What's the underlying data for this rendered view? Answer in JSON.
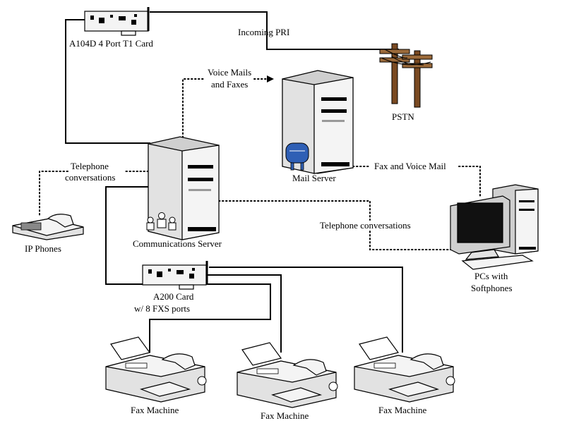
{
  "labels": {
    "t1_card": "A104D 4 Port T1 Card",
    "incoming_pri": "Incoming PRI",
    "pstn": "PSTN",
    "voice_mails_1": "Voice Mails",
    "voice_mails_2": "and Faxes",
    "mail_server": "Mail Server",
    "fax_voice_mail": "Fax and Voice Mail",
    "tel_conv_1": "Telephone",
    "tel_conv_2": "conversations",
    "comm_server": "Communications Server",
    "ip_phones": "IP Phones",
    "tel_conversations": "Telephone conversations",
    "pcs_1": "PCs with",
    "pcs_2": "Softphones",
    "a200_1": "A200 Card",
    "a200_2": "w/ 8 FXS ports",
    "fax_1": "Fax Machine",
    "fax_2": "Fax Machine",
    "fax_3": "Fax Machine"
  },
  "colors": {
    "line": "#000000",
    "device_face": "#f4f4f4",
    "device_side": "#cfcfcf",
    "mailbox": "#2f5fb5",
    "pole": "#7a4a22",
    "screen": "#111111"
  }
}
